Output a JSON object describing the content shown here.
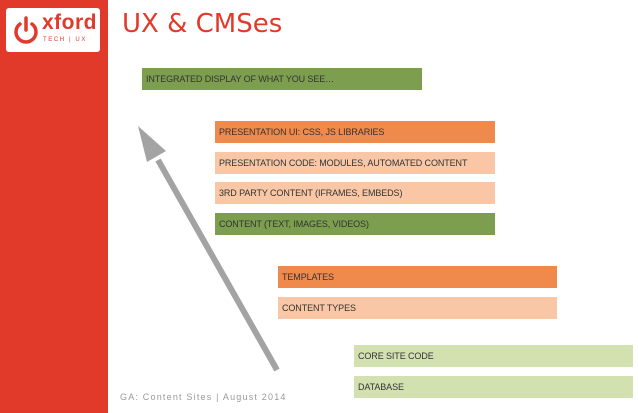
{
  "slide": {
    "title": "UX & CMSes",
    "footer": "GA: Content Sites  |  August 2014"
  },
  "logo": {
    "name": "xford",
    "sub": "TECH | UX",
    "icon": "power-icon",
    "color": "#e23a2a"
  },
  "bars": [
    {
      "label": "INTEGRATED DISPLAY OF WHAT YOU SEE…",
      "color": "#7c9e4e"
    },
    {
      "label": "PRESENTATION UI: CSS, JS LIBRARIES",
      "color": "#f0894c"
    },
    {
      "label": "PRESENTATION CODE: MODULES, AUTOMATED CONTENT",
      "color": "#f9c7a5"
    },
    {
      "label": "3RD PARTY CONTENT (IFRAMES, EMBEDS)",
      "color": "#f9c7a5"
    },
    {
      "label": "CONTENT (TEXT, IMAGES, VIDEOS)",
      "color": "#7c9e4e"
    },
    {
      "label": "TEMPLATES",
      "color": "#f0894c"
    },
    {
      "label": "CONTENT TYPES",
      "color": "#f9c7a5"
    },
    {
      "label": "CORE SITE CODE",
      "color": "#d3e1b1"
    },
    {
      "label": "DATABASE",
      "color": "#d3e1b1"
    }
  ]
}
